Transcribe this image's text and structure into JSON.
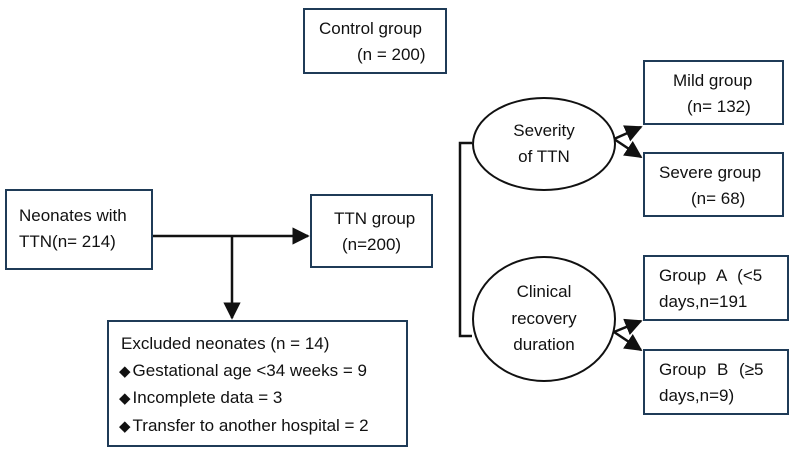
{
  "control": {
    "line1": "Control group",
    "line2": "(n = 200)"
  },
  "neonates": {
    "line1": "Neonates with",
    "line2": "TTN(n= 214)"
  },
  "ttn": {
    "line1": "TTN group",
    "line2": "(n=200)"
  },
  "excluded": {
    "title": "Excluded neonates (n = 14)",
    "bullet": "◆",
    "items": [
      "Gestational age <34 weeks = 9",
      "Incomplete data = 3",
      "Transfer to another hospital = 2"
    ]
  },
  "severity": {
    "line1": "Severity",
    "line2": "of TTN"
  },
  "recovery": {
    "line1": "Clinical",
    "line2": "recovery",
    "line3": "duration"
  },
  "mild": {
    "line1": "Mild group",
    "line2": "(n= 132)"
  },
  "severe": {
    "line1": "Severe group",
    "line2": "(n= 68)"
  },
  "groupA": {
    "line1": "Group A (<5",
    "line2": "days,n=191"
  },
  "groupB": {
    "line1": "Group B (≥5",
    "line2": "days,n=9)"
  }
}
